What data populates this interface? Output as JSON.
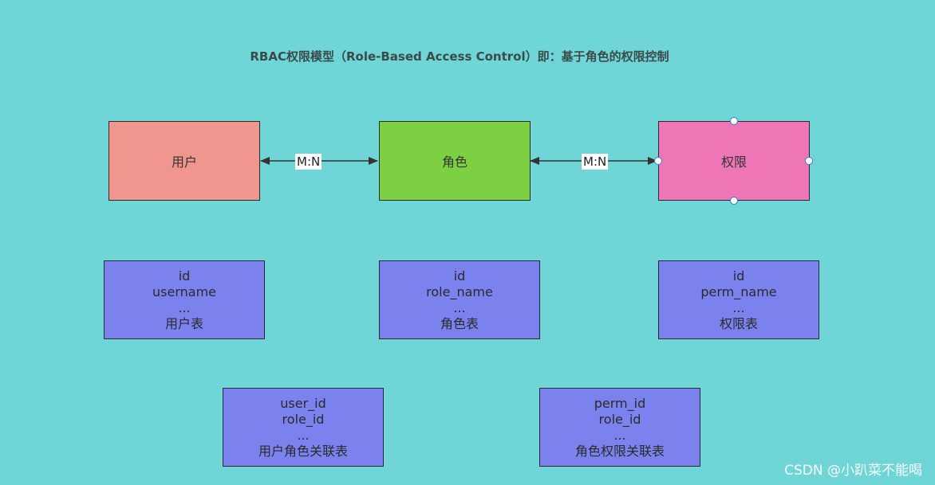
{
  "title": "RBAC权限模型（Role-Based Access Control）即：基于角色的权限控制",
  "entities": {
    "user": "用户",
    "role": "角色",
    "permission": "权限"
  },
  "relations": {
    "user_role": "M:N",
    "role_permission": "M:N"
  },
  "tables": {
    "user": [
      "id",
      "username",
      "...",
      "用户表"
    ],
    "role": [
      "id",
      "role_name",
      "...",
      "角色表"
    ],
    "permission": [
      "id",
      "perm_name",
      "...",
      "权限表"
    ],
    "user_role": [
      "user_id",
      "role_id",
      "...",
      "用户角色关联表"
    ],
    "role_permission": [
      "perm_id",
      "role_id",
      "...",
      "角色权限关联表"
    ]
  },
  "watermark": "CSDN @小趴菜不能喝",
  "colors": {
    "background": "#6fd5d6",
    "user": "#f1968f",
    "role": "#7ed043",
    "permission": "#ef76b6",
    "table": "#7b82ee"
  }
}
